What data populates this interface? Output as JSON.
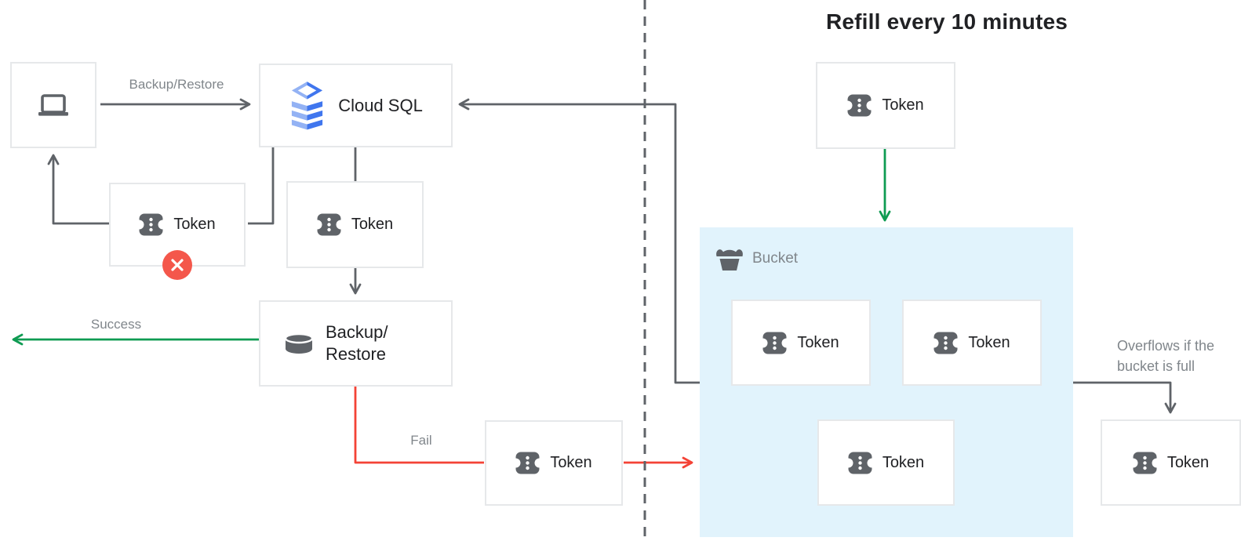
{
  "title": "Refill every 10 minutes",
  "nodes": {
    "client": {
      "icon": "laptop-icon"
    },
    "cloud_sql": {
      "label": "Cloud SQL",
      "icon": "cloud-sql-icon"
    },
    "backup_restore": {
      "line1": "Backup/",
      "line2": "Restore",
      "icon": "database-icon"
    }
  },
  "tokens": [
    {
      "id": "client-token",
      "label": "Token"
    },
    {
      "id": "cloudsql-token",
      "label": "Token"
    },
    {
      "id": "fail-token",
      "label": "Token"
    },
    {
      "id": "refill-token",
      "label": "Token"
    },
    {
      "id": "bucket-token-a",
      "label": "Token"
    },
    {
      "id": "bucket-token-b",
      "label": "Token"
    },
    {
      "id": "bucket-token-c",
      "label": "Token"
    },
    {
      "id": "overflow-token",
      "label": "Token"
    }
  ],
  "bucket": {
    "label": "Bucket",
    "icon": "bucket-icon",
    "fill": "#e1f3fc"
  },
  "edge_labels": {
    "backup_restore": "Backup/Restore",
    "success": "Success",
    "fail": "Fail",
    "overflow_line1": "Overflows if the",
    "overflow_line2": "bucket is full"
  },
  "colors": {
    "arrow_gray": "#5f6368",
    "success_green": "#0f9b52",
    "fail_red": "#f44336",
    "error_badge_red": "#f4574b",
    "bucket_fill": "#e1f3fc",
    "box_border": "#e6e8ea",
    "label_gray": "#80868b",
    "text_dark": "#202124",
    "icon_gray": "#5f6368",
    "cloud_sql_blue_light": "#93b2f4",
    "cloud_sql_blue_dark": "#4076ee"
  }
}
